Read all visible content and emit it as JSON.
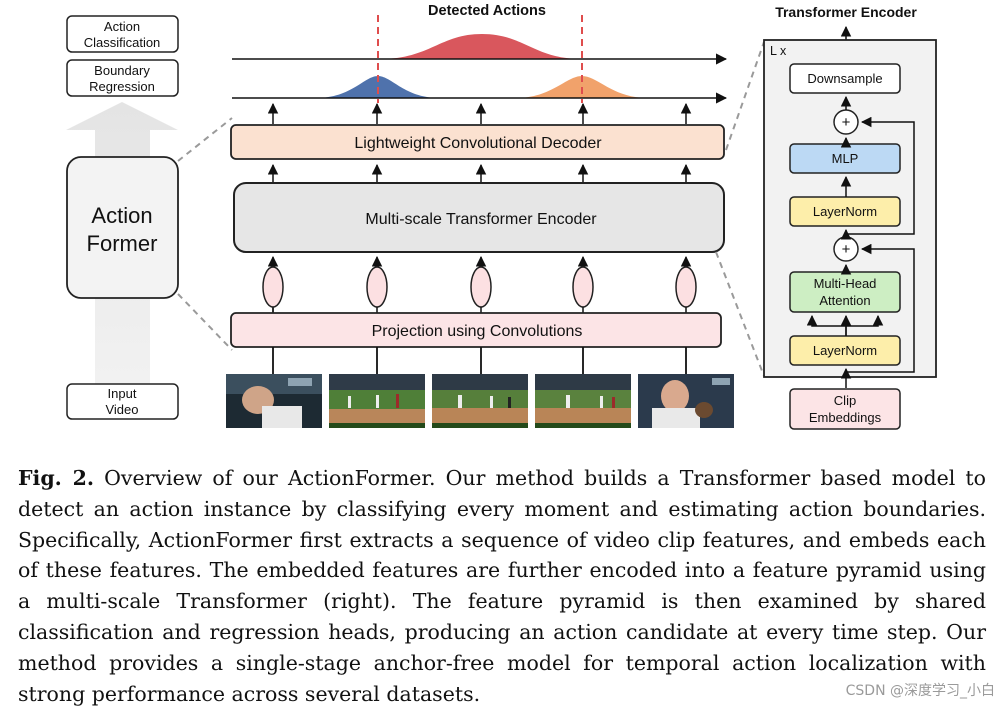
{
  "figure": {
    "left_labels": {
      "action_classification": [
        "Action",
        "Classification"
      ],
      "boundary_regression": [
        "Boundary",
        "Regression"
      ],
      "action_former": [
        "Action",
        "Former"
      ],
      "input_video": [
        "Input",
        "Video"
      ]
    },
    "detected_actions_title": "Detected Actions",
    "decoder_label": "Lightweight Convolutional Decoder",
    "encoder_label": "Multi-scale Transformer Encoder",
    "projection_label": "Projection using Convolutions",
    "transformer_encoder": {
      "title": "Transformer Encoder",
      "repeat_label": "L x",
      "downsample": "Downsample",
      "plus_symbol": "+",
      "mlp": "MLP",
      "layernorm_top": "LayerNorm",
      "attention": [
        "Multi-Head",
        "Attention"
      ],
      "layernorm_bottom": "LayerNorm",
      "clip_embeddings": [
        "Clip",
        "Embeddings"
      ]
    },
    "colors": {
      "decoder_fill": "#fbe1d0",
      "encoder_fill": "#e6e6e6",
      "projection_fill": "#fce4e6",
      "ellipse_fill": "#fce0e2",
      "blue_peak": "#4f72ac",
      "orange_peak": "#f1a26b",
      "red_peak": "#d9575d",
      "dashed_line": "#df4d4d",
      "mlp_fill": "#bcd9f4",
      "layernorm_fill": "#fdeeaa",
      "attention_fill": "#cdeec3"
    }
  },
  "caption": {
    "label": "Fig. 2.",
    "text": "Overview of our ActionFormer. Our method builds a Transformer based model to detect an action instance by classifying every moment and estimating action boundaries. Specifically, ActionFormer first extracts a sequence of video clip features, and embeds each of these features. The embedded features are further encoded into a feature pyramid using a multi-scale Transformer (right). The feature pyramid is then examined by shared classification and regression heads, producing an action candidate at every time step. Our method provides a single-stage anchor-free model for temporal action localization with strong performance across several datasets."
  },
  "watermark": "CSDN @深度学习_小白"
}
